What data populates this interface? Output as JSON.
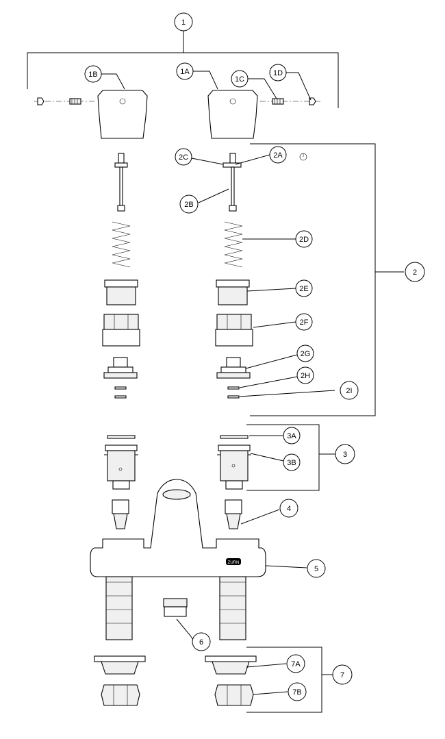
{
  "labels": {
    "c1": "1",
    "c1A": "1A",
    "c1B": "1B",
    "c1C": "1C",
    "c1D": "1D",
    "c2": "2",
    "c2A": "2A",
    "c2B": "2B",
    "c2C": "2C",
    "c2D": "2D",
    "c2E": "2E",
    "c2F": "2F",
    "c2G": "2G",
    "c2H": "2H",
    "c2I": "2I",
    "c3": "3",
    "c3A": "3A",
    "c3B": "3B",
    "c4": "4",
    "c5": "5",
    "c6": "6",
    "c7": "7",
    "c7A": "7A",
    "c7B": "7B"
  },
  "body_marking": "ZURN"
}
